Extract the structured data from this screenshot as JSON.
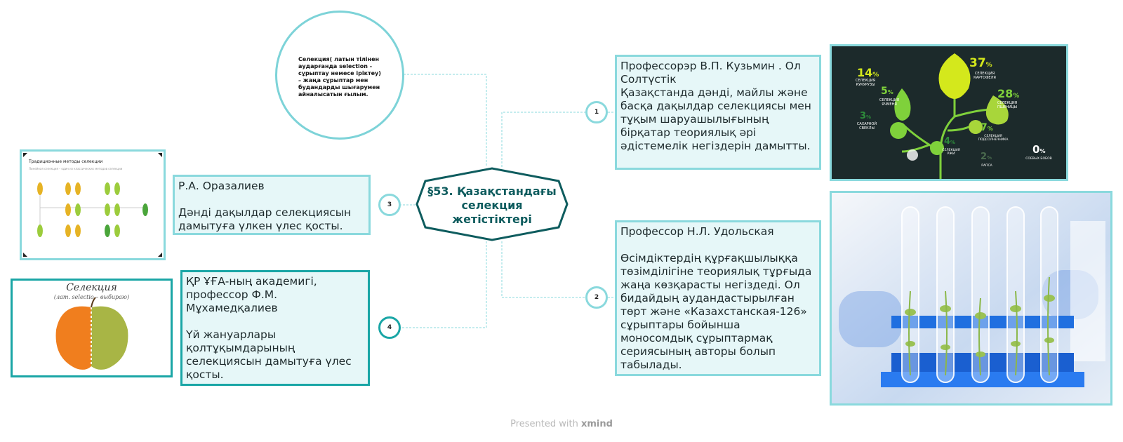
{
  "central": {
    "title_lines": [
      "§53. Қазақстандағы",
      "селекция",
      "жетістіктері"
    ]
  },
  "definition": {
    "text_lines": [
      "Селекция( латын тілінен",
      "аударғанда selection -",
      "сұрыптау немесе іріктеу)",
      "– жаңа сұрыптар мен",
      "будандарды шығарумен",
      "айналысатын ғылым."
    ]
  },
  "branches": [
    {
      "number": "1",
      "lines": [
        "Профессорэр В.П. Кузьмин . Ол",
        "Солтүстік",
        "Қазақстанда дәнді, майлы және",
        "басқа дақылдар селекциясы мен",
        "тұқым шаруашылығының",
        "бірқатар теориялық әрі",
        "әдістемелік негіздерін дамытты."
      ]
    },
    {
      "number": "2",
      "title": "Профессор Н.Л. Удольская",
      "lines": [
        "Өсімдіктердің құрғақшылыққа",
        "төзімділігіне теориялық тұрғыда",
        "жаңа көзқарасты негіздеді. Ол",
        "бидайдың аудандастырылған",
        "төрт және «Казахстанская-126»",
        "сұрыптары бойынша",
        "моносомдық сұрыптармақ",
        "сериясының авторы болып",
        "табылады."
      ]
    },
    {
      "number": "3",
      "title": "Р.А. Оразалиев",
      "lines": [
        "Дәнді дақылдар селекциясын",
        "дамытуға үлкен үлес қосты."
      ]
    },
    {
      "number": "4",
      "title_lines": [
        "ҚР ҰҒА-ның академигі,",
        "профессор Ф.М.",
        "Мұхамедқалиев"
      ],
      "lines": [
        "Үй жануарлары",
        "қолтұқымдарының",
        "селекциясын дамытуға үлес",
        "қосты."
      ]
    }
  ],
  "infographic": {
    "stats": [
      {
        "pct": "14",
        "label": "СЕЛЕКЦИЯ\nКУКУРУЗЫ"
      },
      {
        "pct": "37",
        "label": "СЕЛЕКЦИЯ\nКАРТОФЕЛЯ"
      },
      {
        "pct": "5",
        "label": "СЕЛЕКЦИЯ\nЯЧМЕНЯ"
      },
      {
        "pct": "28",
        "label": "СЕЛЕКЦИЯ\nПШЕНИЦЫ"
      },
      {
        "pct": "3",
        "label": "САХАРНОЙ\nСВЕКЛЫ"
      },
      {
        "pct": "7",
        "label": "СЕЛЕКЦИЯ\nПОДСОЛНЕЧНИКА"
      },
      {
        "pct": "4",
        "label": "СЕЛЕКЦИЯ\nРЖИ"
      },
      {
        "pct": "2",
        "label": "РАПСА"
      },
      {
        "pct": "0",
        "label": "СОЕВЫХ БОБОВ"
      }
    ],
    "percent_sign": "%"
  },
  "traditional_image": {
    "title": "Традиционные методы селекции",
    "subtitle": "Линейная селекция – один из классических методов селекции"
  },
  "apple_image": {
    "title": "Селекция",
    "subtitle": "(лат. selectio – выбираю)"
  },
  "footer": {
    "prefix": "Presented with",
    "brand": "xmind"
  },
  "colors": {
    "accent_light": "#8ad9dd",
    "accent_dark": "#1aa6a6",
    "card_fill": "#e6f7f8",
    "central_border": "#0e5c5e",
    "infographic_bg": "#1c2a2b",
    "infographic_green": "#7fd13b",
    "infographic_yellow": "#d4e81c"
  }
}
